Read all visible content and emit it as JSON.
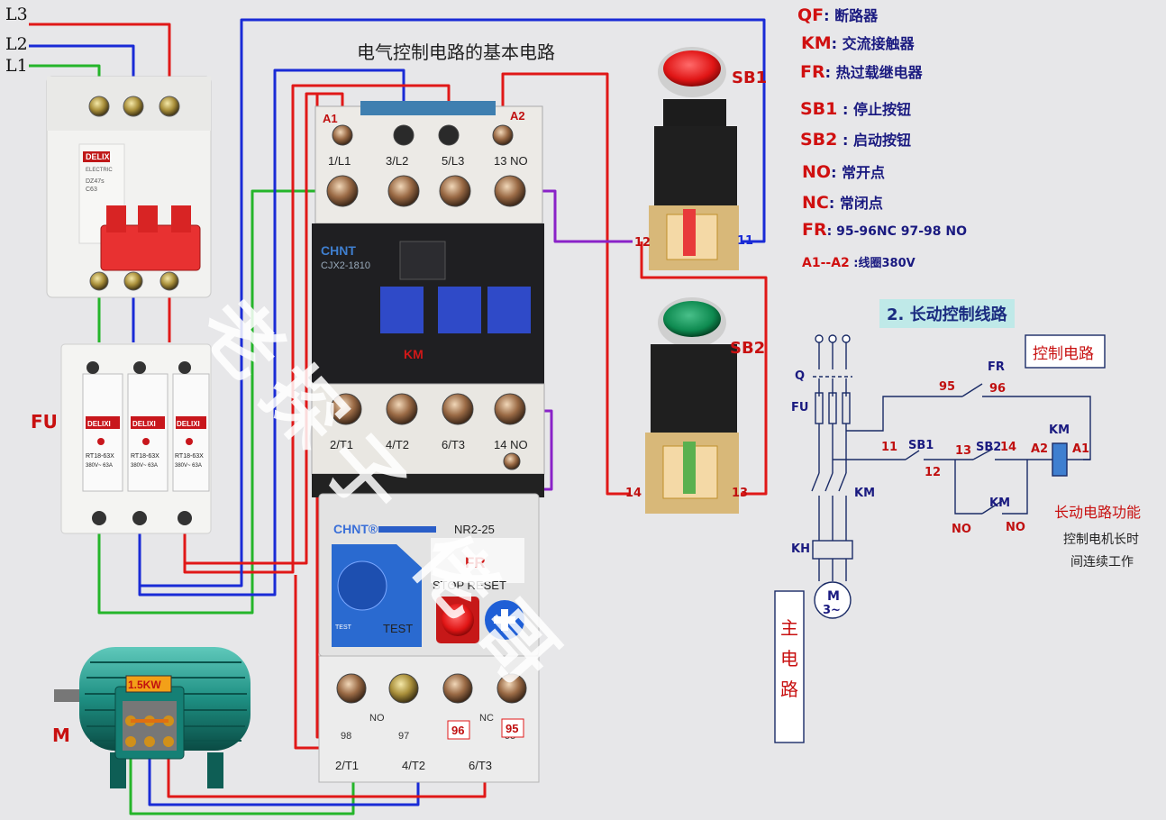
{
  "title": "电气控制电路的基本电路",
  "supply_lines": [
    "L3",
    "L2",
    "L1"
  ],
  "colors": {
    "L1": "#25b52a",
    "L2": "#1a2bd6",
    "L3": "#e01818",
    "control": "#e01818",
    "coil": "#1a2bd6",
    "nc_link": "#8a22c8"
  },
  "breaker": {
    "brand": "DELIXI",
    "sub": "ELECTRIC",
    "model": "DZ47s",
    "rating": "C63"
  },
  "fuse": {
    "label": "FU",
    "brand": "DELIXI",
    "model": "RT18-63X",
    "spec": "380V~ 63A"
  },
  "contactor": {
    "brand": "CHNT",
    "model": "CJX2-1810",
    "label": "KM",
    "coil_a1": "A1",
    "coil_a2": "A2",
    "top_terminals": [
      "1/L1",
      "3/L2",
      "5/L3",
      "13 NO"
    ],
    "bottom_terminals": [
      "2/T1",
      "4/T2",
      "6/T3",
      "14 NO"
    ]
  },
  "overload": {
    "brand": "CHNT®",
    "model": "NR2-25",
    "label": "FR",
    "stop_reset": "STOP RESET",
    "test": "TEST",
    "dial_test": "TEST",
    "contact_labels": [
      "98",
      "NO",
      "97",
      "96",
      "NC",
      "95"
    ],
    "outputs": [
      "2/T1",
      "4/T2",
      "6/T3"
    ],
    "term_96": "96",
    "term_95": "95"
  },
  "motor": {
    "label": "M",
    "power": "1.5KW"
  },
  "sb1": {
    "label": "SB1",
    "left_term": "12",
    "right_term": "11"
  },
  "sb2": {
    "label": "SB2",
    "left_term": "14",
    "right_term": "13"
  },
  "legend": [
    {
      "key": "QF",
      "text": "断路器"
    },
    {
      "key": "KM",
      "text": "交流接触器"
    },
    {
      "key": "FR",
      "text": "热过载继电器"
    },
    {
      "key": "SB1",
      "text": "停止按钮"
    },
    {
      "key": "SB2",
      "text": "启动按钮"
    },
    {
      "key": "NO",
      "text": "常开点"
    },
    {
      "key": "NC",
      "text": "常闭点"
    },
    {
      "key": "FR",
      "text": "95-96NC  97-98 NO"
    },
    {
      "key": "A1--A2",
      "text": "线圈380V"
    }
  ],
  "schematic": {
    "banner": "2. 长动控制线路",
    "control_box": "控制电路",
    "main_box": "主电路",
    "labels": {
      "q": "Q",
      "fu": "FU",
      "km": "KM",
      "kh": "KH",
      "motor_m": "M",
      "motor_3": "3~",
      "fr": "FR",
      "t95": "95",
      "t96": "96",
      "km_coil": "KM",
      "a2": "A2",
      "a1": "A1",
      "t11": "11",
      "sb1": "SB1",
      "t12": "12",
      "t13": "13",
      "sb2": "SB2",
      "t14": "14",
      "km_aux": "KM",
      "no1": "NO",
      "no2": "NO"
    },
    "function_title": "长动电路功能",
    "function_desc_1": "控制电机长时",
    "function_desc_2": "间连续工作"
  },
  "watermark": "老探子 佬哥"
}
